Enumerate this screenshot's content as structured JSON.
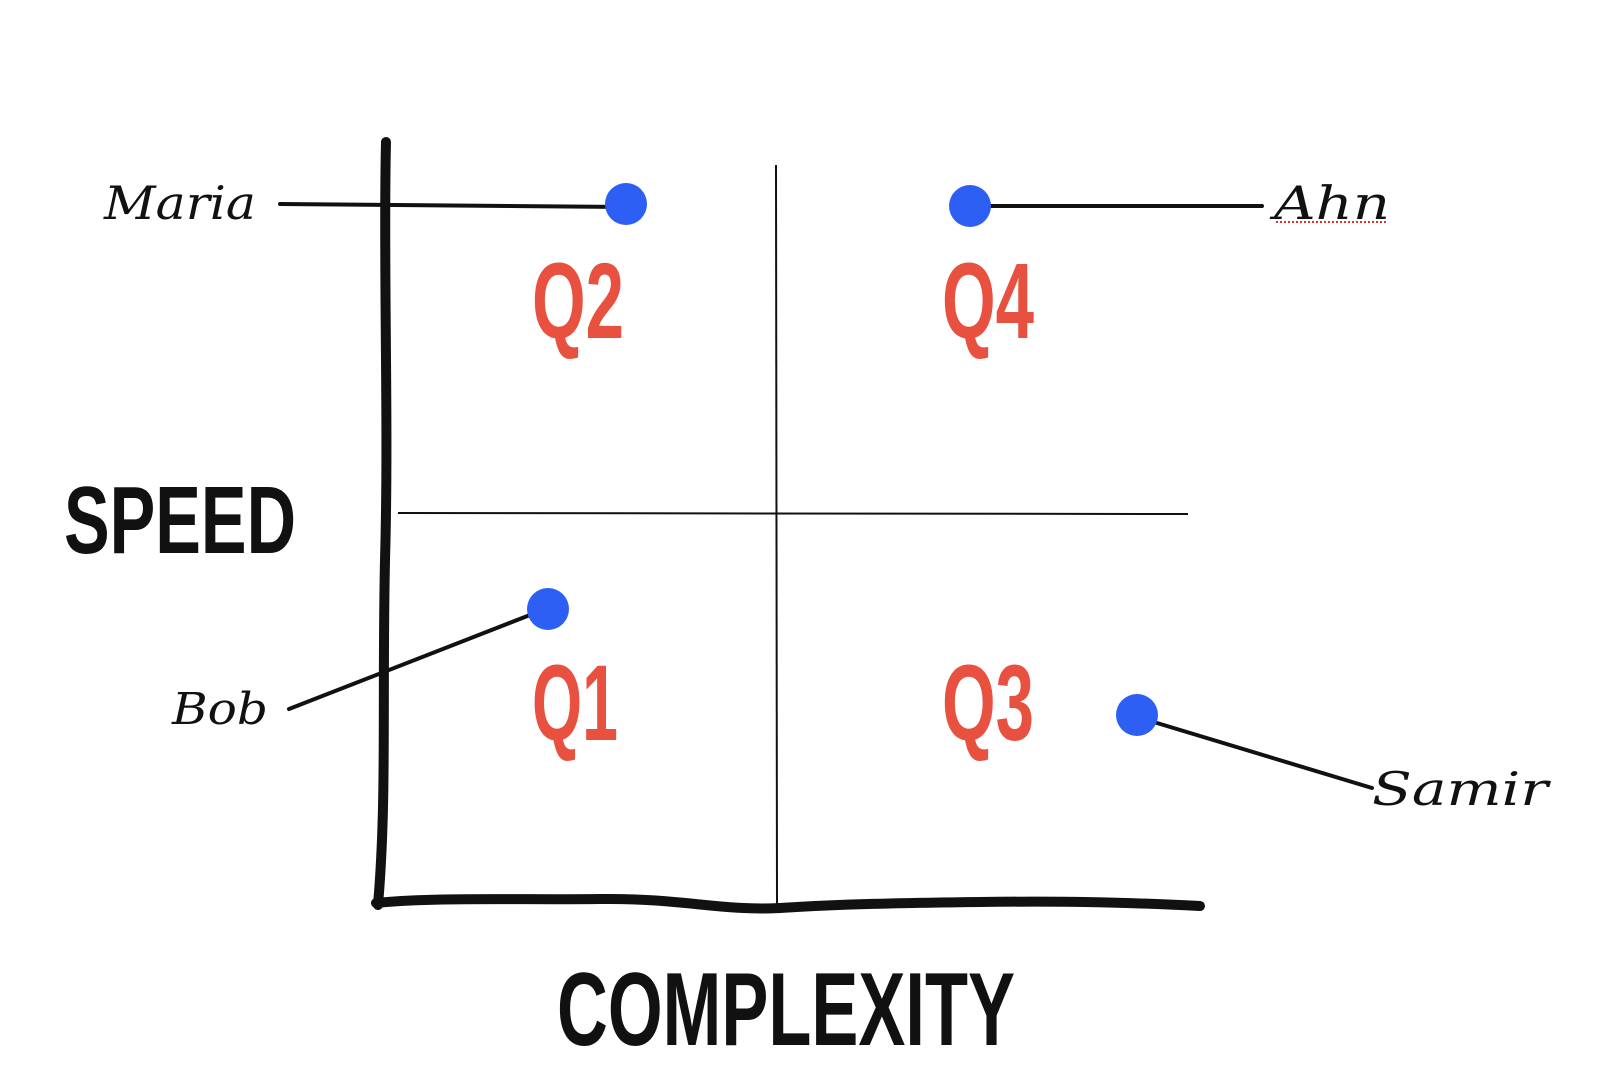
{
  "axes": {
    "y_title": "SPEED",
    "x_title": "COMPLEXITY"
  },
  "quadrants": [
    {
      "id": "q2",
      "label": "Q2"
    },
    {
      "id": "q4",
      "label": "Q4"
    },
    {
      "id": "q1",
      "label": "Q1"
    },
    {
      "id": "q3",
      "label": "Q3"
    }
  ],
  "people": [
    {
      "id": "maria",
      "name": "Maria"
    },
    {
      "id": "ahn",
      "name": "Ahn"
    },
    {
      "id": "bob",
      "name": "Bob"
    },
    {
      "id": "samir",
      "name": "Samir"
    }
  ],
  "colors": {
    "quadrant_label": "#e8503f",
    "point": "#2d5ff5",
    "ink": "#111111",
    "spellcheck_underline": "#e03030"
  }
}
